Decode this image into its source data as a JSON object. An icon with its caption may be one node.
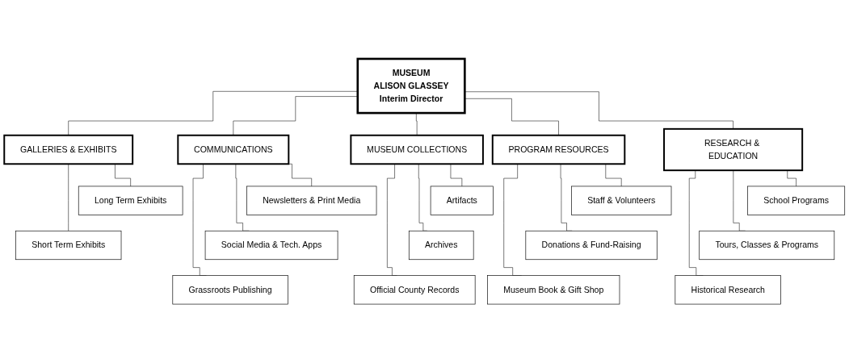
{
  "diagram": {
    "nodes": [
      {
        "text": [
          "MUSEUM",
          "ALISON GLASSEY",
          "Interim Director"
        ]
      },
      {
        "text": [
          "GALLERIES & EXHIBITS"
        ]
      },
      {
        "text": [
          "COMMUNICATIONS"
        ]
      },
      {
        "text": [
          "MUSEUM COLLECTIONS"
        ]
      },
      {
        "text": [
          "PROGRAM RESOURCES"
        ]
      },
      {
        "text": [
          "RESEARCH & EDUCATION"
        ]
      },
      {
        "text": [
          "Long Term Exhibits"
        ]
      },
      {
        "text": [
          "Short Term Exhibits"
        ]
      },
      {
        "text": [
          "Newsletters & Print Media"
        ]
      },
      {
        "text": [
          "Social Media & Tech. Apps"
        ]
      },
      {
        "text": [
          "Grassroots Publishing"
        ]
      },
      {
        "text": [
          "Artifacts"
        ]
      },
      {
        "text": [
          "Archives"
        ]
      },
      {
        "text": [
          "Official County Records"
        ]
      },
      {
        "text": [
          "Staff & Volunteers"
        ]
      },
      {
        "text": [
          "Donations & Fund-Raising"
        ]
      },
      {
        "text": [
          "Museum Book & Gift Shop"
        ]
      },
      {
        "text": [
          "School Programs"
        ]
      },
      {
        "text": [
          "Tours, Classes & Programs"
        ]
      },
      {
        "text": [
          "Historical Research"
        ]
      }
    ],
    "edges": [
      {
        "from": 0,
        "to": 1,
        "arrow": "none"
      },
      {
        "from": 0,
        "to": 2,
        "arrow": "none"
      },
      {
        "from": 0,
        "to": 3,
        "arrow": "none"
      },
      {
        "from": 0,
        "to": 4,
        "arrow": "none"
      },
      {
        "from": 0,
        "to": 5,
        "arrow": "none"
      },
      {
        "from": 1,
        "to": 6,
        "arrow": "none"
      },
      {
        "from": 1,
        "to": 7,
        "arrow": "none"
      },
      {
        "from": 2,
        "to": 8,
        "arrow": "none"
      },
      {
        "from": 2,
        "to": 9,
        "arrow": "none"
      },
      {
        "from": 2,
        "to": 10,
        "arrow": "none"
      },
      {
        "from": 3,
        "to": 11,
        "arrow": "none"
      },
      {
        "from": 3,
        "to": 12,
        "arrow": "none"
      },
      {
        "from": 3,
        "to": 13,
        "arrow": "none"
      },
      {
        "from": 4,
        "to": 14,
        "arrow": "none"
      },
      {
        "from": 4,
        "to": 15,
        "arrow": "none"
      },
      {
        "from": 4,
        "to": 16,
        "arrow": "none"
      },
      {
        "from": 5,
        "to": 17,
        "arrow": "none"
      },
      {
        "from": 5,
        "to": 18,
        "arrow": "none"
      },
      {
        "from": 5,
        "to": 19,
        "arrow": "none"
      }
    ]
  }
}
